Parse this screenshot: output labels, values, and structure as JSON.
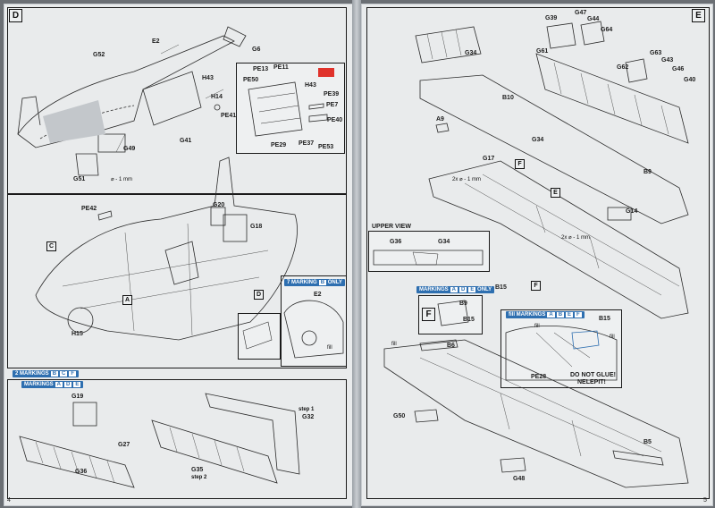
{
  "left_page": {
    "section": "D",
    "page_number": "4",
    "labels": {
      "E2": "E2",
      "G6": "G6",
      "G52": "G52",
      "H43": "H43",
      "H14": "H14",
      "PE41": "PE41",
      "G41": "G41",
      "G49": "G49",
      "G51": "G51",
      "drill": "⌀ - 1 mm",
      "PE13": "PE13",
      "PE11": "PE11",
      "PE50": "PE50",
      "H43b": "H43",
      "PE39": "PE39",
      "PE7": "PE7",
      "PE40": "PE40",
      "PE29": "PE29",
      "PE37": "PE37",
      "PE53": "PE53",
      "PE42": "PE42",
      "G20": "G20",
      "G18": "G18",
      "C": "C",
      "A": "A",
      "D": "D",
      "H15": "H15",
      "E2b": "E2",
      "fill": "fill",
      "G19": "G19",
      "G27": "G27",
      "G36": "G36",
      "step1": "step 1",
      "G32": "G32",
      "G35": "G35",
      "step2": "step 2"
    },
    "marking_callout": {
      "number": "7",
      "text": "MARKING",
      "letter": "B",
      "suffix": "ONLY"
    },
    "markings_row1": {
      "number": "2",
      "text": "MARKINGS",
      "letters": [
        "B",
        "C",
        "F"
      ]
    },
    "markings_row2": {
      "text": "MARKINGS",
      "letters": [
        "A",
        "D",
        "E"
      ]
    }
  },
  "right_page": {
    "section": "E",
    "page_number": "5",
    "labels": {
      "G34": "G34",
      "G39": "G39",
      "G47": "G47",
      "G44": "G44",
      "G64": "G64",
      "G61": "G61",
      "G63": "G63",
      "G43": "G43",
      "G62": "G62",
      "G46": "G46",
      "G40": "G40",
      "B10": "B10",
      "A9": "A9",
      "G17": "G17",
      "F": "F",
      "G34b": "G34",
      "B9": "B9",
      "drill1": "2x ⌀ - 1 mm",
      "E": "E",
      "G14": "G14",
      "drill2": "2x ⌀ - 1 mm",
      "upper_view": "UPPER VIEW",
      "G36": "G36",
      "G34c": "G34",
      "B15": "B15",
      "Fb": "F",
      "Fbox": "F",
      "B9b": "B9",
      "B15b": "B15",
      "fill1": "fill",
      "B15c": "B15",
      "fill2": "fill",
      "PE28": "PE28",
      "do_not_glue": "DO NOT GLUE!",
      "nelepit": "NELEPIT!",
      "fill3": "fill",
      "B6": "B6",
      "G50": "G50",
      "B5": "B5",
      "G48": "G48"
    },
    "markings_box": {
      "text": "MARKINGS",
      "letters": [
        "A",
        "D",
        "E"
      ],
      "suffix": "ONLY"
    },
    "fill_markings": {
      "prefix": "fill",
      "text": "MARKINGS",
      "letters": [
        "A",
        "B",
        "E",
        "F"
      ]
    }
  },
  "colors": {
    "paper": "#e9ebec",
    "ink": "#1a1a1a",
    "badge_blue": "#2e6fb0",
    "red_swatch": "#e0322b"
  }
}
